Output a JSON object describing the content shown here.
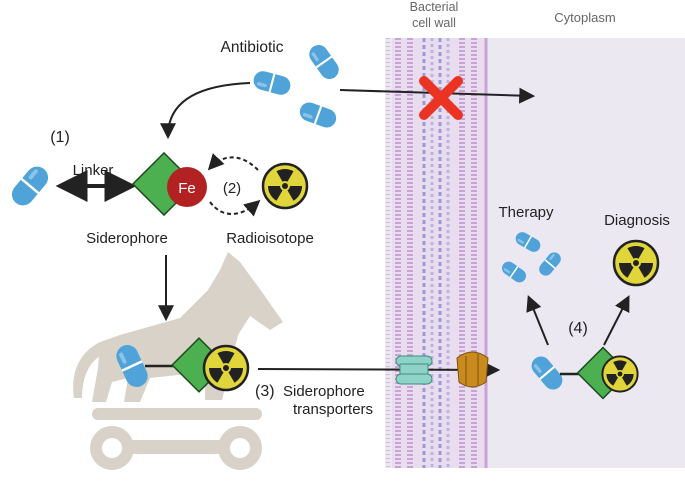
{
  "labels": {
    "wall_line1": "Bacterial",
    "wall_line2": "cell wall",
    "cytoplasm": "Cytoplasm",
    "antibiotic": "Antibiotic",
    "step1": "(1)",
    "linker": "Linker",
    "fe": "Fe",
    "step2": "(2)",
    "siderophore": "Siderophore",
    "radioisotope": "Radioisotope",
    "therapy": "Therapy",
    "diagnosis": "Diagnosis",
    "step4": "(4)",
    "step3": "(3)",
    "transporters_line1": "Siderophore",
    "transporters_line2": "transporters"
  },
  "colors": {
    "capsule_blue": "#4fa3d9",
    "siderophore_green": "#4caf50",
    "iron_red": "#b22222",
    "radiation_yellow": "#e0d53a",
    "cytoplasm_bg": "#ece8f2",
    "membrane_purple": "#c9a3d6",
    "block_red": "#ea3323",
    "horse_beige": "#d8d2c8",
    "transporter_teal": "#8fd3c8",
    "transporter_orange": "#c98a1e"
  },
  "icons": [
    "capsule-icon",
    "radiation-icon",
    "blocked-x-icon",
    "trojan-horse-icon",
    "transporter-icon"
  ]
}
